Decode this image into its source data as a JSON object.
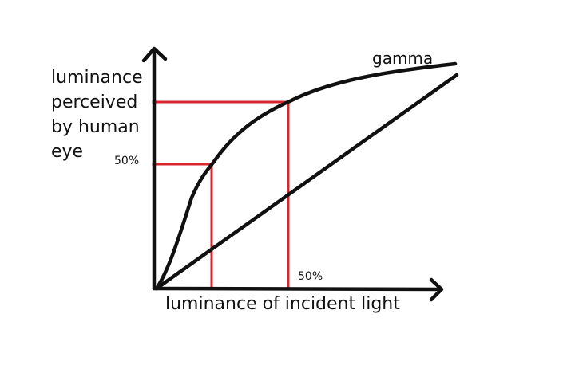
{
  "labels": {
    "y_axis_lines": [
      "luminance",
      "perceived",
      "by human",
      "eye"
    ],
    "x_axis": "luminance of incident light",
    "curve": "gamma",
    "y_marker": "50%",
    "x_marker": "50%"
  },
  "colors": {
    "ink": "#111111",
    "guide": "#d9262c",
    "background": "#ffffff"
  }
}
